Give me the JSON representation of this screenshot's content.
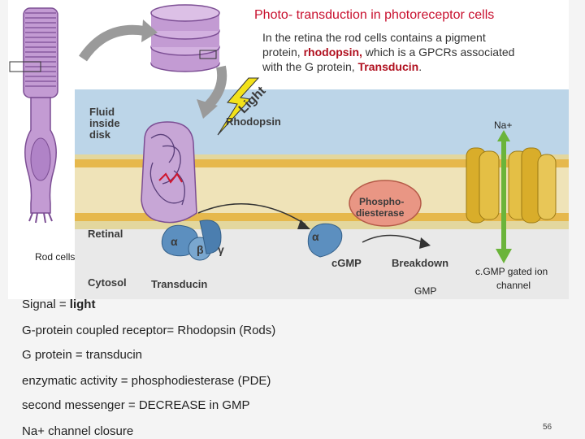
{
  "title": "Photo- transduction in photoreceptor cells",
  "intro": {
    "line1": "In the retina the rod cells contains a  pigment",
    "line2_a": "protein, ",
    "line2_b": "rhodopsin,",
    "line2_c": " which is a   GPCRs associated",
    "line3_a": "with the G protein, ",
    "line3_b": "Transducin",
    "line3_c": "."
  },
  "figure_labels": {
    "light": "Light",
    "fluid_inside_disk": [
      "Fluid",
      "inside",
      "disk"
    ],
    "rhodopsin": "Rhodopsin",
    "na_plus": "Na+",
    "phosphodiesterase": [
      "Phospho-",
      "diesterase"
    ],
    "retinal": "Retinal",
    "alpha": "α",
    "beta": "β",
    "gamma": "γ",
    "alpha2": "α",
    "rod_cells": "Rod cells",
    "cgmp": "cGMP",
    "breakdown": "Breakdown",
    "cytosol": "Cytosol",
    "transducin": "Transducin",
    "gmp": "GMP",
    "cgmp_channel": [
      "c.GMP gated ion",
      "channel"
    ]
  },
  "notes": [
    {
      "label": "Signal = ",
      "value": "light"
    },
    {
      "label": "G-protein coupled receptor= ",
      "value": "Rhodopsin",
      "suffix": " (Rods)"
    },
    {
      "label": "G protein = ",
      "value": "transducin"
    },
    {
      "label": "enzymatic activity = ",
      "value": "phosphodiesterase (PDE)"
    },
    {
      "label": "second messenger = ",
      "value": "DECREASE in GMP"
    },
    {
      "label": "Na+ channel",
      "value": " closure"
    }
  ],
  "page_number": "56",
  "colors": {
    "title": "#c8102e",
    "disk_blue": "#bcd5e8",
    "membrane_gold": "#e6b84c",
    "rhodopsin_purple": "#c7a6d6",
    "transducin_blue": "#5c8fbf",
    "pde_pink": "#e99684",
    "channel_gold": "#d9ad2a",
    "arrow_green": "#6bb43a",
    "cytosol_gray": "#e9e9e9"
  }
}
